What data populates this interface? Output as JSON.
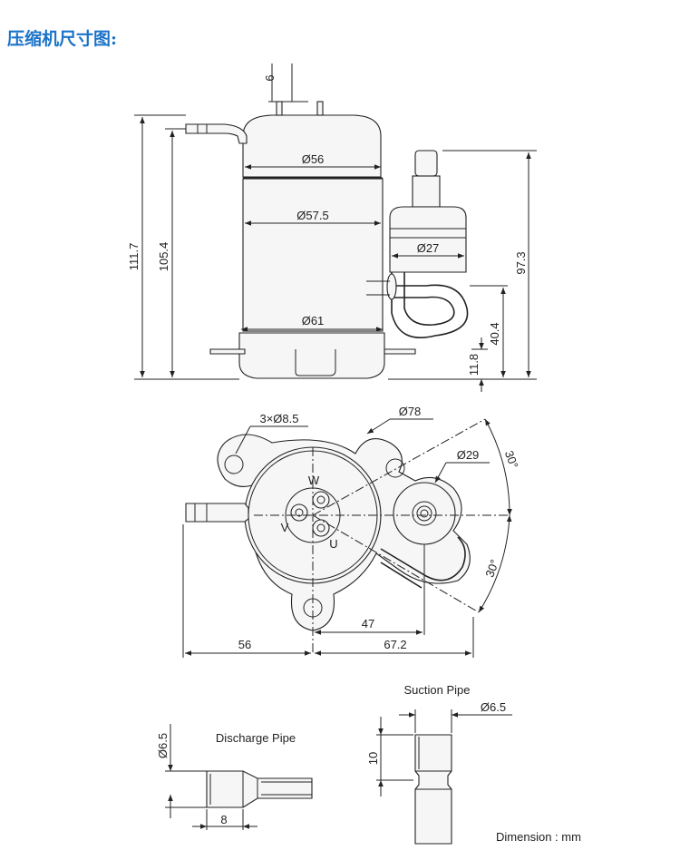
{
  "title": "压缩机尺寸图:",
  "side_view": {
    "dim_top_6": "6",
    "dia_56": "Ø56",
    "dia_57_5": "Ø57.5",
    "dia_27": "Ø27",
    "dia_61": "Ø61",
    "height_111_7": "111.7",
    "height_105_4": "105.4",
    "height_97_3": "97.3",
    "height_40_4": "40.4",
    "height_11_8": "11.8"
  },
  "top_view": {
    "holes": "3×Ø8.5",
    "dia_78": "Ø78",
    "dia_29": "Ø29",
    "angle_upper": "30°",
    "angle_lower": "30°",
    "terminal_w": "W",
    "terminal_v": "V",
    "terminal_u": "U",
    "dim_47": "47",
    "dim_56": "56",
    "dim_67_2": "67.2"
  },
  "discharge_pipe": {
    "label": "Discharge Pipe",
    "dia": "Ø6.5",
    "length": "8"
  },
  "suction_pipe": {
    "label": "Suction Pipe",
    "dia": "Ø6.5",
    "length": "10"
  },
  "footer": {
    "units": "Dimension : mm"
  }
}
